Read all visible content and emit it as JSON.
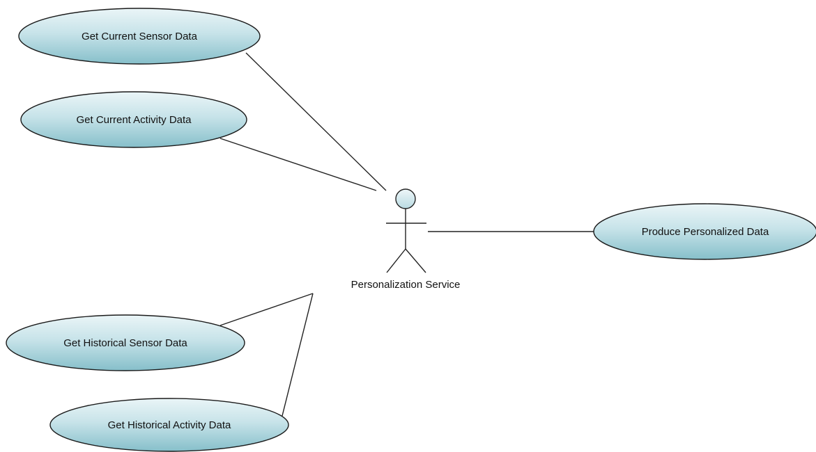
{
  "diagram": {
    "actor": {
      "label": "Personalization Service"
    },
    "use_cases": {
      "current_sensor": "Get Current Sensor Data",
      "current_activity": "Get Current Activity Data",
      "historical_sensor": "Get Historical Sensor Data",
      "historical_activity": "Get Historical Activity Data",
      "produce_personalized": "Produce Personalized Data"
    },
    "colors": {
      "use_case_fill_light": "#e6f2f4",
      "use_case_fill_dark": "#8fc3cd",
      "outline": "#1a1a1a",
      "actor_head": "#d8ebef"
    }
  }
}
